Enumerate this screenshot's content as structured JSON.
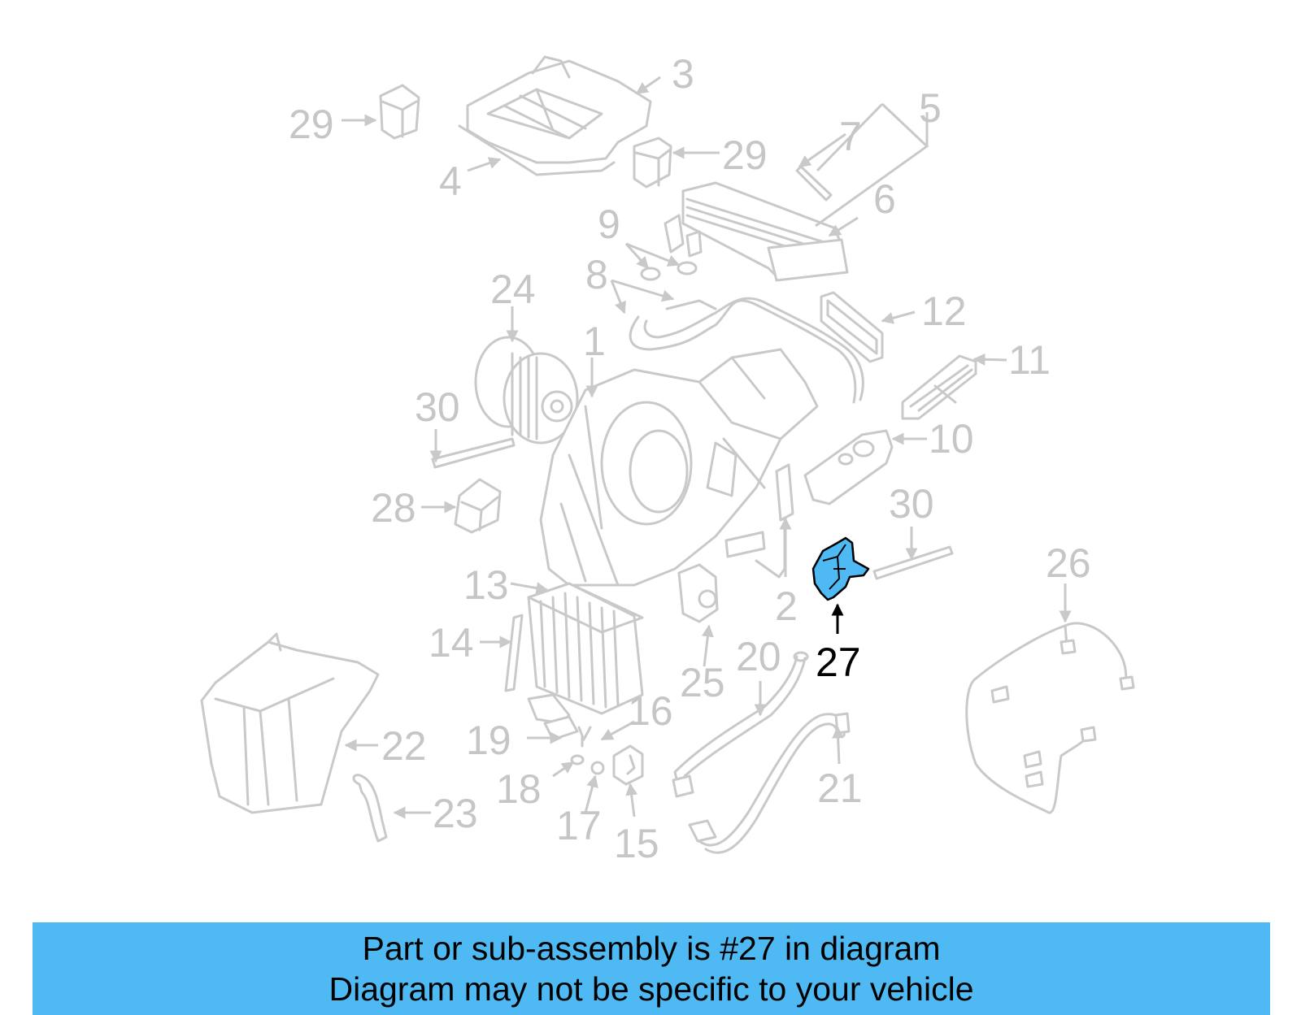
{
  "diagram": {
    "highlighted_part": "27",
    "highlight_color": "#4eb9f2",
    "callouts": [
      {
        "id": "c1",
        "text": "1"
      },
      {
        "id": "c2",
        "text": "2"
      },
      {
        "id": "c3",
        "text": "3"
      },
      {
        "id": "c4",
        "text": "4"
      },
      {
        "id": "c5",
        "text": "5"
      },
      {
        "id": "c6",
        "text": "6"
      },
      {
        "id": "c7",
        "text": "7"
      },
      {
        "id": "c8",
        "text": "8"
      },
      {
        "id": "c9",
        "text": "9"
      },
      {
        "id": "c10",
        "text": "10"
      },
      {
        "id": "c11",
        "text": "11"
      },
      {
        "id": "c12",
        "text": "12"
      },
      {
        "id": "c13",
        "text": "13"
      },
      {
        "id": "c14",
        "text": "14"
      },
      {
        "id": "c15",
        "text": "15"
      },
      {
        "id": "c16",
        "text": "16"
      },
      {
        "id": "c17",
        "text": "17"
      },
      {
        "id": "c18",
        "text": "18"
      },
      {
        "id": "c19",
        "text": "19"
      },
      {
        "id": "c20",
        "text": "20"
      },
      {
        "id": "c21",
        "text": "21"
      },
      {
        "id": "c22",
        "text": "22"
      },
      {
        "id": "c23",
        "text": "23"
      },
      {
        "id": "c24",
        "text": "24"
      },
      {
        "id": "c25",
        "text": "25"
      },
      {
        "id": "c26",
        "text": "26"
      },
      {
        "id": "c27",
        "text": "27"
      },
      {
        "id": "c28",
        "text": "28"
      },
      {
        "id": "c29a",
        "text": "29"
      },
      {
        "id": "c29b",
        "text": "29"
      },
      {
        "id": "c30a",
        "text": "30"
      },
      {
        "id": "c30b",
        "text": "30"
      }
    ]
  },
  "banner": {
    "line1": "Part or sub-assembly is #27 in diagram",
    "line2": "Diagram may not be specific to your vehicle",
    "color": "#4eb9f2"
  }
}
